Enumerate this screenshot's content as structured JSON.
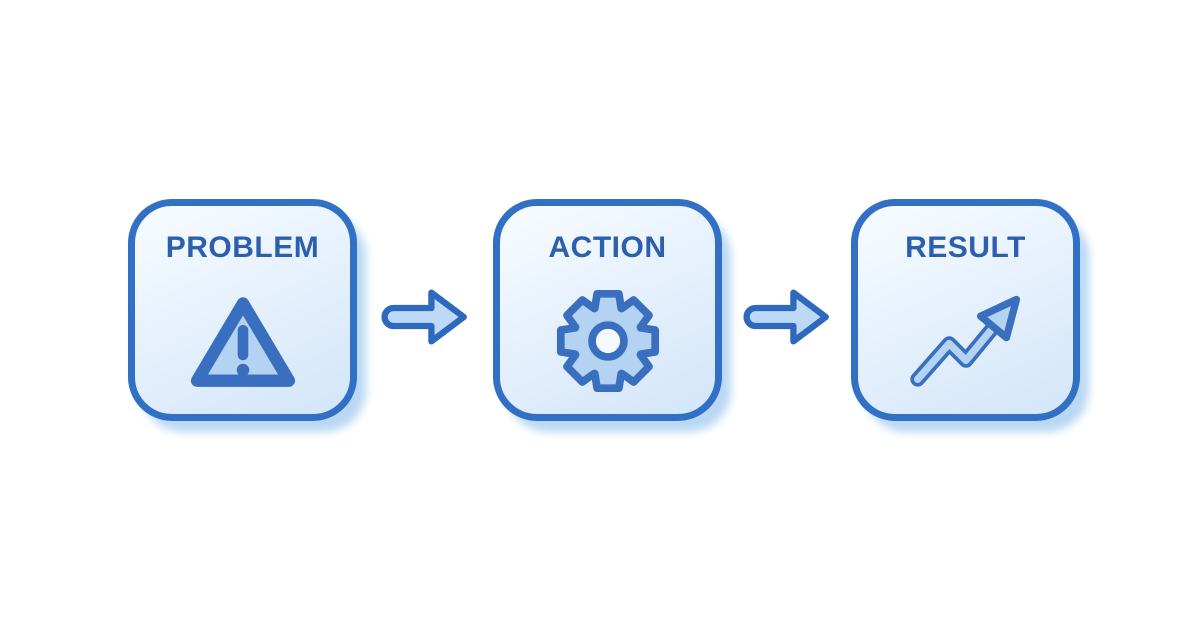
{
  "theme": {
    "outline": "#3270c6",
    "text": "#2c5fae",
    "card-top": "#f5faff",
    "card-bottom": "#d5e7fa",
    "shadow": "#b9d8f4",
    "icon-fill": "#b4d3f2",
    "icon-stroke": "#3a6fc0",
    "arrow-fill": "#bcd9f6",
    "arrow-stroke": "#2f69be",
    "hub-fill": "#f4f9ff",
    "page-bg": "#ffffff"
  },
  "diagram": {
    "steps": [
      {
        "label": "PROBLEM",
        "icon": "warning-triangle"
      },
      {
        "label": "ACTION",
        "icon": "gear"
      },
      {
        "label": "RESULT",
        "icon": "trend-up-arrow"
      }
    ],
    "connectors": [
      {
        "icon": "right-block-arrow"
      },
      {
        "icon": "right-block-arrow"
      }
    ]
  }
}
